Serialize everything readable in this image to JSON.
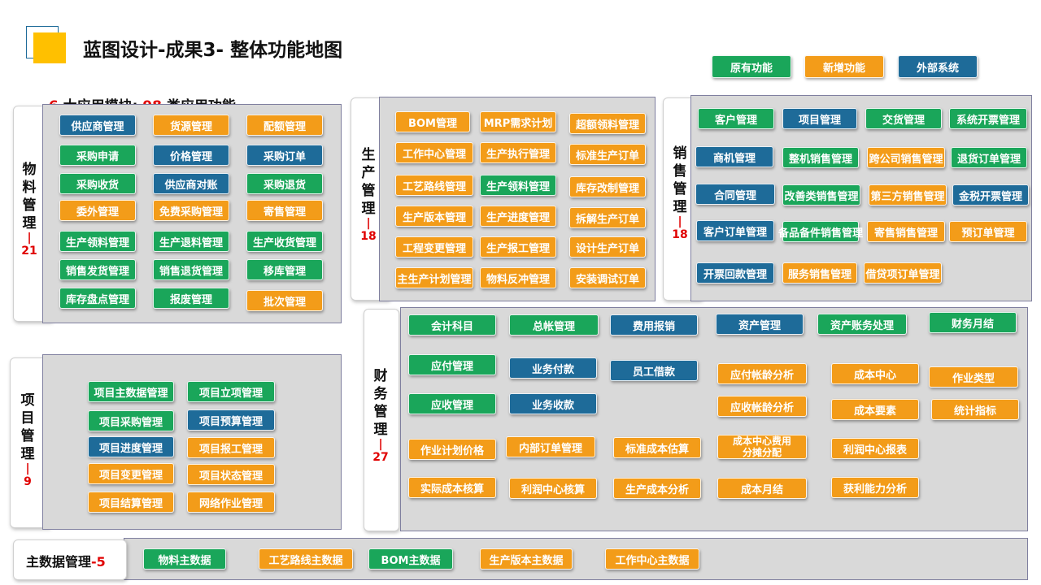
{
  "header": {
    "title": "蓝图设计-成果3- 整体功能地图",
    "subtitle_prefix": "6",
    "subtitle_mid": " 大应用模块; ",
    "subtitle_num": "98",
    "subtitle_suffix": " 类应用功能"
  },
  "legend": {
    "original": "原有功能",
    "new": "新增功能",
    "external": "外部系统"
  },
  "colors": {
    "green": "#1aa65a",
    "orange": "#f39c19",
    "blue": "#1e6b99",
    "red": "#e00000",
    "accent": "#ffc000"
  },
  "modules": {
    "material": {
      "chars": [
        "物",
        "料",
        "管",
        "理"
      ],
      "count": "21",
      "items": [
        "供应商管理",
        "货源管理",
        "配额管理",
        "采购申请",
        "价格管理",
        "采购订单",
        "采购收货",
        "供应商对账",
        "采购退货",
        "委外管理",
        "免费采购管理",
        "寄售管理",
        "生产领料管理",
        "生产退料管理",
        "生产收货管理",
        "销售发货管理",
        "销售退货管理",
        "移库管理",
        "库存盘点管理",
        "报废管理",
        "批次管理"
      ]
    },
    "production": {
      "chars": [
        "生",
        "产",
        "管",
        "理"
      ],
      "count": "18",
      "items": [
        "BOM管理",
        "MRP需求计划",
        "超额领料管理",
        "工作中心管理",
        "生产执行管理",
        "标准生产订单",
        "工艺路线管理",
        "生产领料管理",
        "库存改制管理",
        "生产版本管理",
        "生产进度管理",
        "拆解生产订单",
        "工程变更管理",
        "生产报工管理",
        "设计生产订单",
        "主生产计划管理",
        "物料反冲管理",
        "安装调试订单"
      ]
    },
    "sales": {
      "chars": [
        "销",
        "售",
        "管",
        "理"
      ],
      "count": "18",
      "items": [
        "客户管理",
        "项目管理",
        "交货管理",
        "系统开票管理",
        "商机管理",
        "整机销售管理",
        "跨公司销售管理",
        "退货订单管理",
        "合同管理",
        "改善类销售管理",
        "第三方销售管理",
        "金税开票管理",
        "客户订单管理",
        "备品备件销售管理",
        "寄售销售管理",
        "预订单管理",
        "开票回款管理",
        "服务销售管理",
        "借贷项订单管理"
      ]
    },
    "project": {
      "chars": [
        "项",
        "目",
        "管",
        "理"
      ],
      "count": "9",
      "items": [
        "项目主数据管理",
        "项目立项管理",
        "项目采购管理",
        "项目预算管理",
        "项目进度管理",
        "项目报工管理",
        "项目变更管理",
        "项目状态管理",
        "项目结算管理",
        "网络作业管理"
      ]
    },
    "finance": {
      "chars": [
        "财",
        "务",
        "管",
        "理"
      ],
      "count": "27",
      "items": [
        "会计科目",
        "总帐管理",
        "费用报销",
        "资产管理",
        "资产账务处理",
        "财务月结",
        "应付管理",
        "业务付款",
        "员工借款",
        "应付帐龄分析",
        "成本中心",
        "作业类型",
        "应收管理",
        "业务收款",
        "应收帐龄分析",
        "成本要素",
        "统计指标",
        "作业计划价格",
        "内部订单管理",
        "标准成本估算",
        "成本中心费用",
        "分摊分配",
        "利润中心报表",
        "实际成本核算",
        "利润中心核算",
        "生产成本分析",
        "成本月结",
        "获利能力分析"
      ]
    },
    "master": {
      "label": "主数据管理",
      "count": "-5",
      "items": [
        "物料主数据",
        "工艺路线主数据",
        "BOM主数据",
        "生产版本主数据",
        "工作中心主数据"
      ]
    }
  }
}
